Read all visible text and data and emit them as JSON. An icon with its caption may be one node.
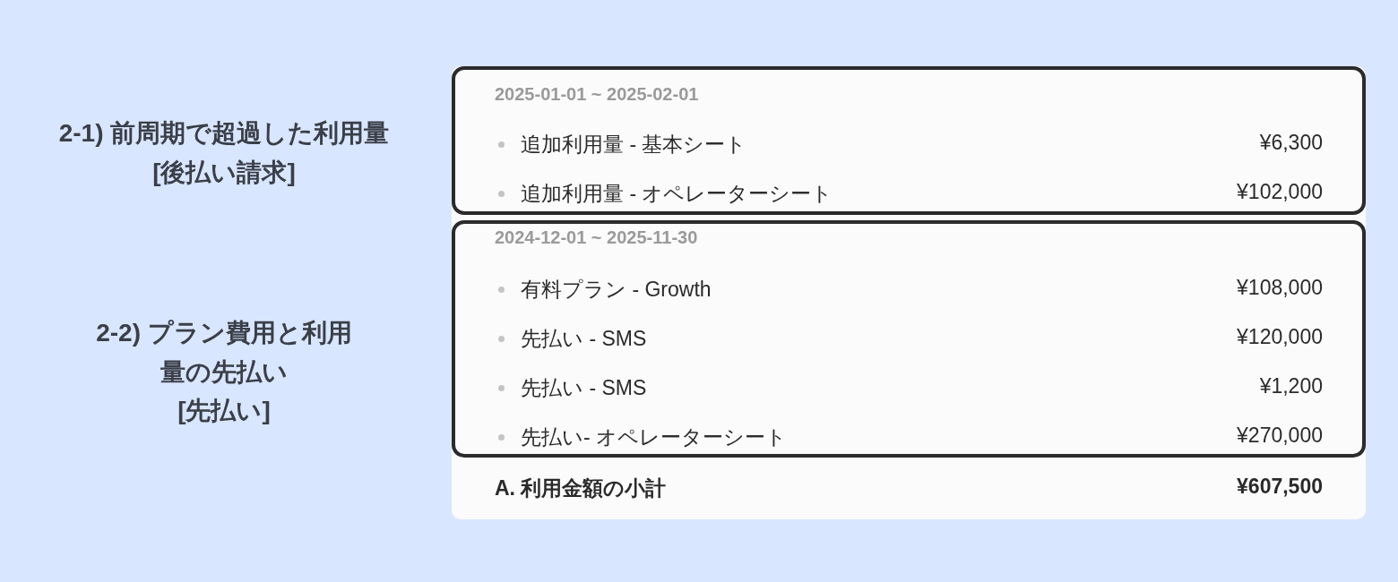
{
  "diagram": {
    "nodes": [
      {
        "text": [
          "A. 利用金額の小計",
          "¥607,500"
        ]
      },
      {
        "text": [
          "2025-01-01 ~ 2025-02-01",
          "追加利用量 - 基本シート",
          "¥6,300",
          "追加利用量 - オペレーターシート",
          "¥102,000"
        ],
        "in": 0
      },
      {
        "text": [
          "2024-12-01 ~ 2025-11-30",
          "有料プラン - Growth",
          "¥108,000",
          "先払い - SMS",
          "¥120,000",
          "先払い - SMS",
          "¥1,200",
          "先払い- オペレーターシート",
          "¥270,000"
        ],
        "in": 0
      }
    ],
    "labels": [
      "2-1) 前周期で超過した利用量",
      "[後払い請求]",
      "2-2) プラン費用と利用量の先払い",
      "[先払い]"
    ]
  }
}
